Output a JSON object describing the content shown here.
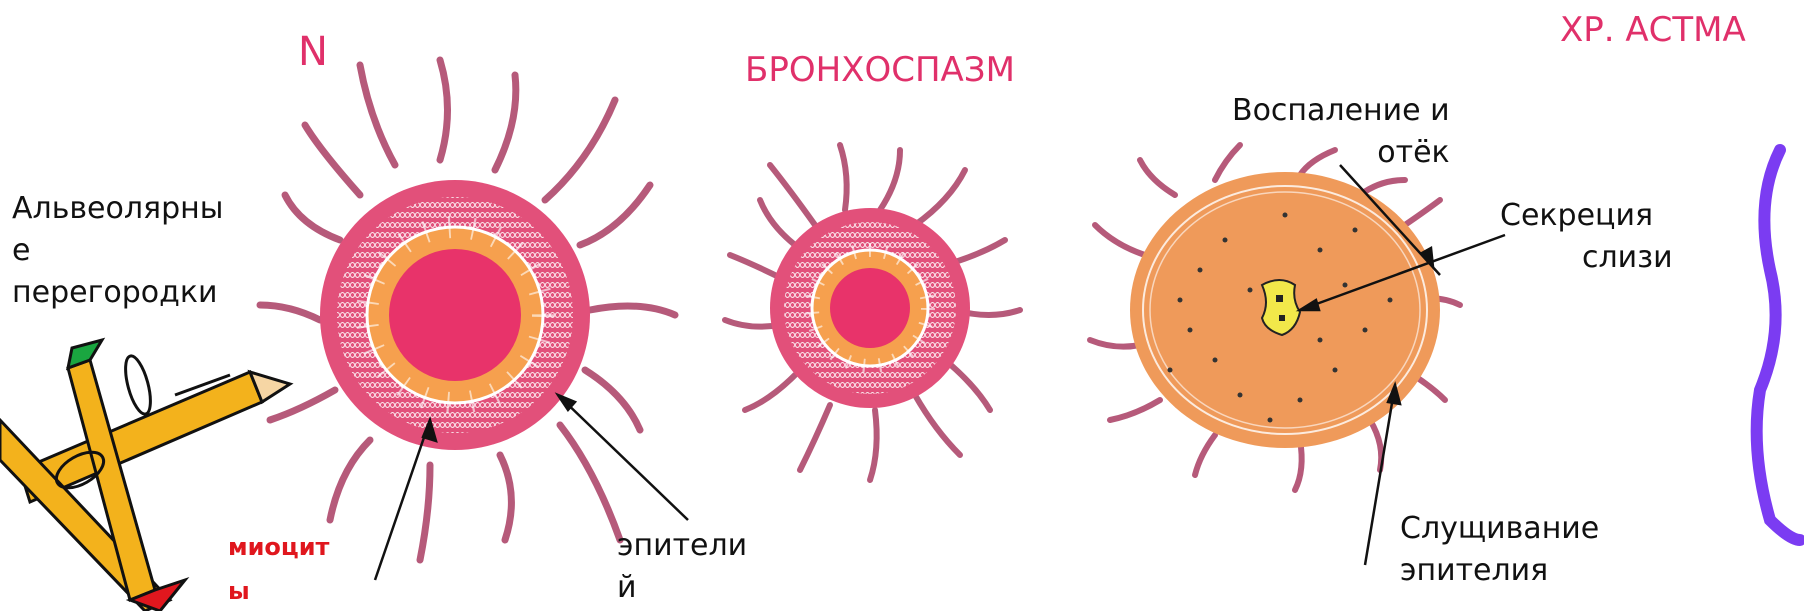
{
  "titles": {
    "normal": "N",
    "bronchospasm": "БРОНХОСПАЗМ",
    "chronic_asthma": "ХР. АСТМА"
  },
  "labels": {
    "alveolar_septa": [
      "Альвеолярны",
      "е",
      "перегородки"
    ],
    "myocytes": [
      "миоцит",
      "ы"
    ],
    "epithelium": [
      "эпители",
      "й"
    ],
    "inflammation": [
      "Воспаление и",
      "отёк"
    ],
    "mucus_secretion": [
      "Секреция",
      "слизи"
    ],
    "epithelial_shedding": [
      "Слущивание",
      "эпителия"
    ]
  },
  "colors": {
    "bronchus_wall": "#e2507a",
    "lumen": "#e8336a",
    "epithelium_ring": "#f6a04e",
    "tendrils": "#b65a7a",
    "asthma_wall": "#ef9a5a",
    "mucus_plug": "#f2e84a",
    "title_pink": "#e0306a",
    "annotation_red": "#e0171e",
    "purple_stroke": "#7b3cf2"
  },
  "icons": [
    "pencil-clipart-icon"
  ]
}
